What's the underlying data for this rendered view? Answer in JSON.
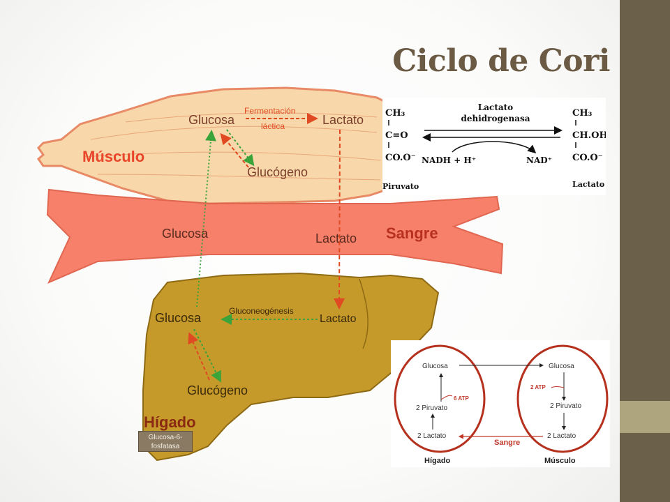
{
  "slide": {
    "title": "Ciclo de Cori",
    "colors": {
      "sidebar": "#6b604a",
      "accent": "#aea47e",
      "title": "#6b5a44"
    }
  },
  "main_diagram": {
    "muscle": {
      "label": "Músculo",
      "glucosa": "Glucosa",
      "fermentacion_line1": "Fermentación",
      "fermentacion_line2": "láctica",
      "lactato": "Lactato",
      "glucogeno": "Glucógeno"
    },
    "blood": {
      "label": "Sangre",
      "glucosa": "Glucosa",
      "lactato": "Lactato"
    },
    "liver": {
      "label": "Hígado",
      "glucosa": "Glucosa",
      "gluconeogenesis": "Gluconeogénesis",
      "lactato": "Lactato",
      "glucogeno": "Glucógeno"
    },
    "colors": {
      "muscle": "#f8d8aa",
      "muscle_outline": "#e88a66",
      "blood": "#f7806a",
      "liver": "#c59a2a",
      "liver_outline": "#8e6a14",
      "arrow_red": "#e04a22",
      "arrow_green": "#3aa33a"
    }
  },
  "g6p_note": {
    "line1": "Glucosa-6-",
    "line2": "fosfatasa"
  },
  "ldh_reaction": {
    "enzyme_line1": "Lactato",
    "enzyme_line2": "dehidrogenasa",
    "left": {
      "l1": "CH₃",
      "l2": "C=O",
      "l3": "CO.O⁻",
      "name": "Piruvato"
    },
    "right": {
      "l1": "CH₃",
      "l2": "CH.OH",
      "l3": "CO.O⁻",
      "name": "Lactato"
    },
    "nadh": "NADH + H⁺",
    "nad": "NAD⁺"
  },
  "cycle_diagram": {
    "liver": {
      "glucosa": "Glucosa",
      "atp": "6 ATP",
      "piruvato": "2 Piruvato",
      "lactato": "2 Lactato",
      "label": "Hígado"
    },
    "muscle": {
      "glucosa": "Glucosa",
      "atp": "2 ATP",
      "piruvato": "2 Piruvato",
      "lactato": "2 Lactato",
      "label": "Músculo"
    },
    "sangre": "Sangre"
  }
}
